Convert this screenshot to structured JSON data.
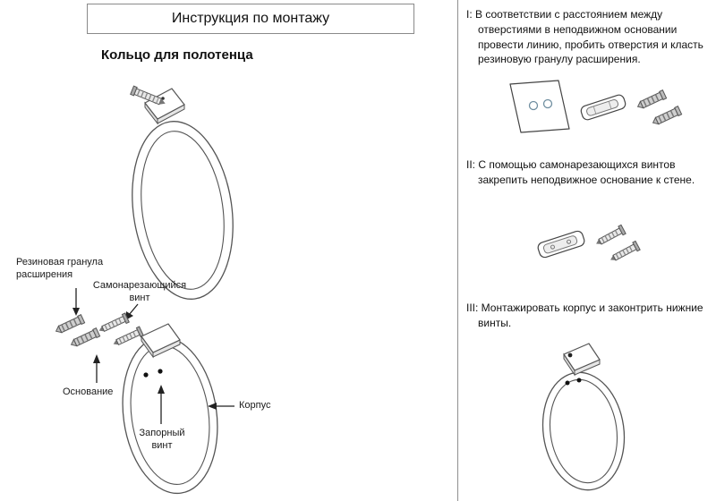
{
  "doc": {
    "title": "Инструкция по монтажу",
    "subtitle": "Кольцо для полотенца"
  },
  "diagram_labels": {
    "rubber_plug": "Резиновая гранула\nрасширения",
    "self_tapping_screw": "Самонарезающийся\nвинт",
    "base": "Основание",
    "lock_screw": "Запорный\nвинт",
    "body": "Корпус"
  },
  "steps": [
    {
      "text": "I: В соответствии с расстоянием между отверстиями в неподвижном основании провести линию, пробить отверстия и класть резиновую гранулу расширения."
    },
    {
      "text": "II: С помощью самонарезающихся винтов закрепить неподвижное основание к стене."
    },
    {
      "text": "III: Монтажировать корпус и законтрить нижние винты."
    }
  ],
  "colors": {
    "line_art": "#555555",
    "text": "#111111",
    "border": "#8a8a8a"
  }
}
